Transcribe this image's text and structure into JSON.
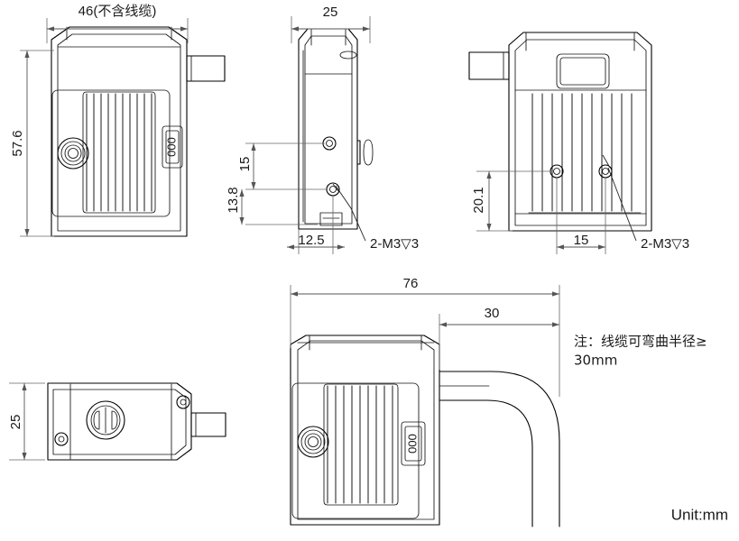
{
  "drawing": {
    "title": "Device mechanical dimension drawing",
    "unit_label": "Unit:mm",
    "note": {
      "line1": "注：线缆可弯曲半径≥",
      "line2": "30mm"
    }
  },
  "views": {
    "front": {
      "name": "front-view",
      "dimensions": {
        "width_label": "46(不含线缆)",
        "height_label": "57.6"
      }
    },
    "side": {
      "name": "side-view",
      "dimensions": {
        "width_label": "25",
        "hole_upper_label": "15",
        "hole_lower_label": "13.8",
        "offset_label": "12.5",
        "thread_label": "2-M3▽3"
      }
    },
    "rear": {
      "name": "rear-view",
      "dimensions": {
        "height_label": "20.1",
        "spacing_label": "15",
        "thread_label": "2-M3▽3"
      }
    },
    "top": {
      "name": "top-view",
      "dimensions": {
        "depth_label": "25"
      }
    },
    "iso": {
      "name": "assembly-view",
      "dimensions": {
        "total_label": "76",
        "cable_label": "30"
      }
    }
  },
  "labels": {
    "badge_text": "000"
  }
}
